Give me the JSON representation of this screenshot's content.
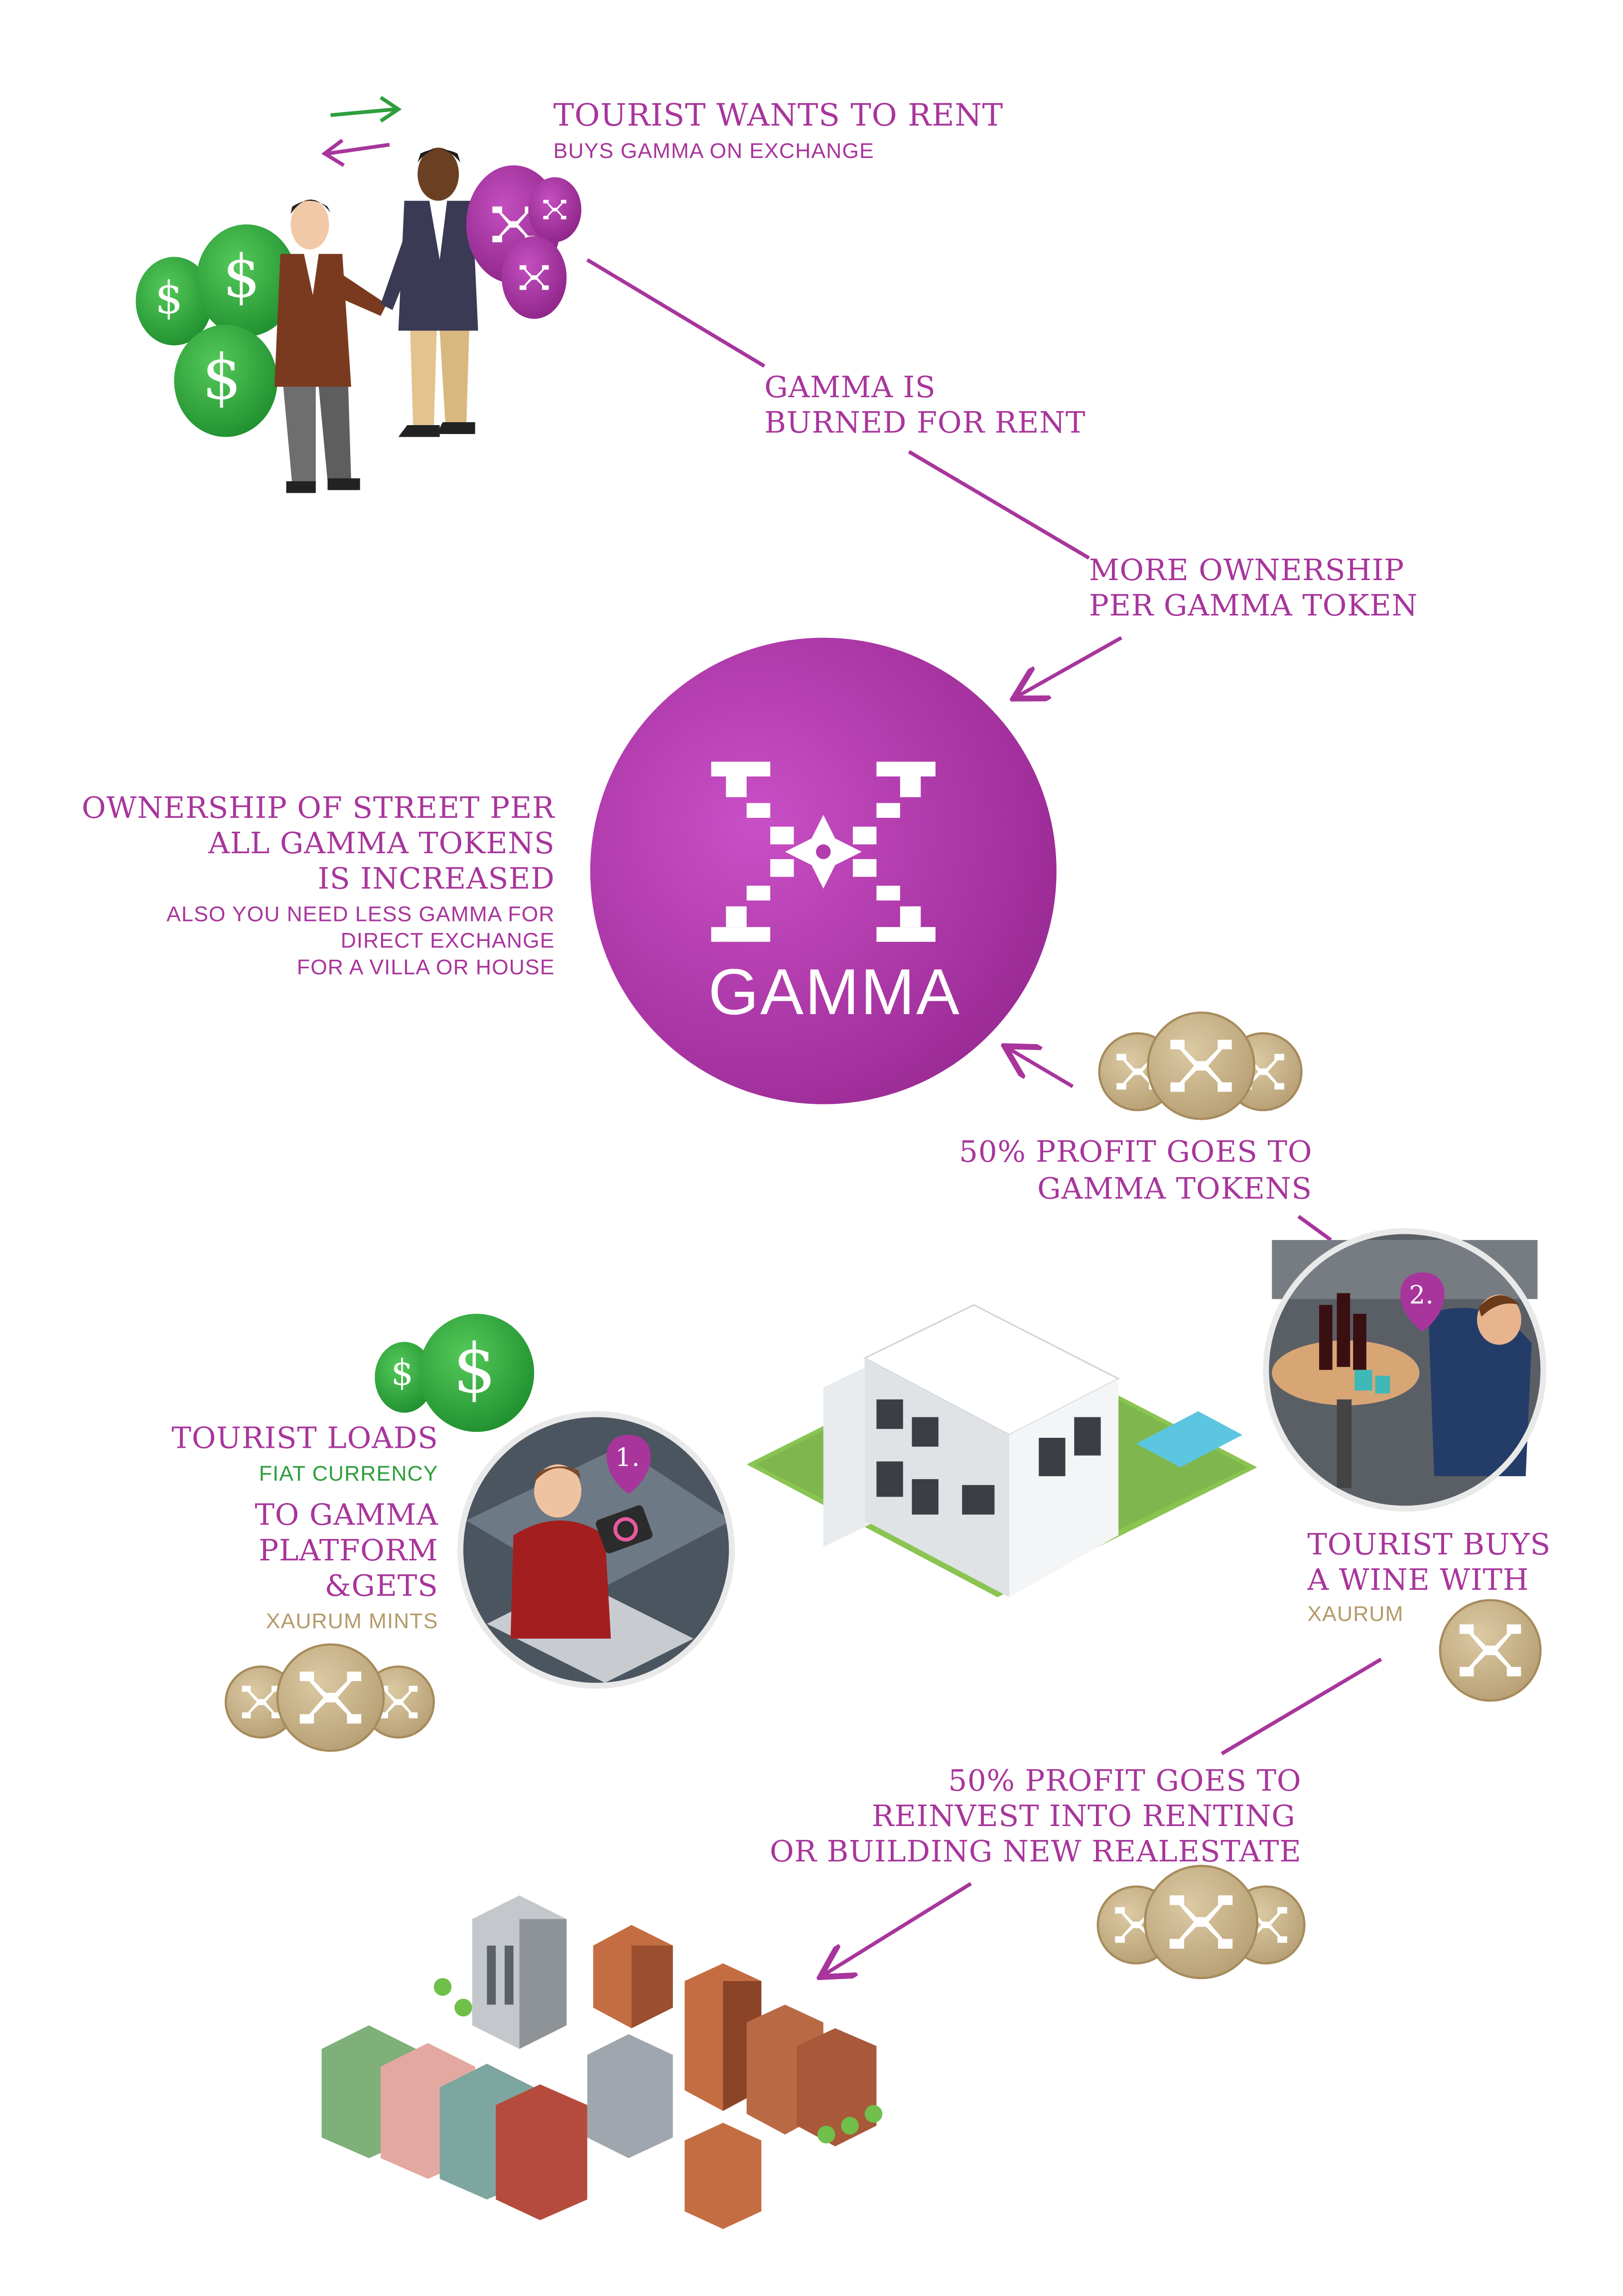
{
  "steps": {
    "tourist_rent": {
      "title": "TOURIST WANTS TO RENT",
      "subtitle": "BUYS GAMMA ON EXCHANGE"
    },
    "burned": {
      "line1": "GAMMA IS",
      "line2": "BURNED FOR RENT"
    },
    "ownership_per_token": {
      "line1": "MORE OWNERSHIP",
      "line2": "PER GAMMA TOKEN"
    },
    "street_ownership": {
      "line1": "OWNERSHIP OF STREET PER",
      "line2": "ALL GAMMA TOKENS",
      "line3": "IS INCREASED",
      "sub1": "ALSO YOU NEED LESS GAMMA FOR",
      "sub2": "DIRECT EXCHANGE",
      "sub3": "FOR A VILLA OR HOUSE"
    },
    "profit_gamma": {
      "line1": "50% PROFIT GOES TO",
      "line2": "GAMMA TOKENS"
    },
    "tourist_loads": {
      "line1": "TOURIST LOADS",
      "fiat": "FIAT CURRENCY",
      "line2": "TO GAMMA",
      "line3": "PLATFORM",
      "line4": "&GETS",
      "mints": "XAURUM MINTS"
    },
    "tourist_buys": {
      "line1": "TOURIST BUYS",
      "line2": "A WINE WITH",
      "sub": "XAURUM"
    },
    "profit_reinvest": {
      "line1": "50% PROFIT GOES TO",
      "line2": "REINVEST INTO RENTING",
      "line3": "OR BUILDING NEW REALESTATE"
    }
  },
  "center_logo": {
    "label": "GAMMA"
  },
  "badges": {
    "one": "1.",
    "two": "2."
  },
  "currency_symbol": "$",
  "colors": {
    "magenta": "#a8359c",
    "green": "#2e9e3c",
    "gold": "#b59a6a",
    "coin_gold": "#c9b48a"
  }
}
